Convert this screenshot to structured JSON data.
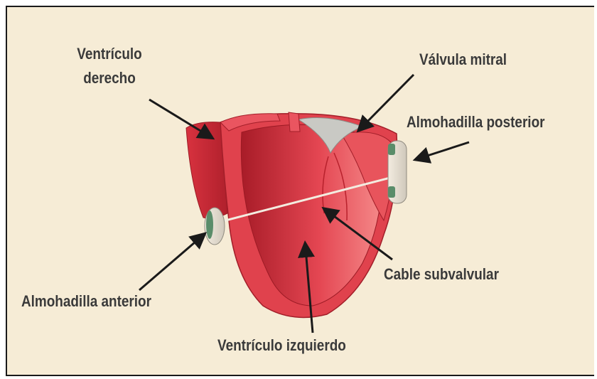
{
  "labels": {
    "ventriculo_derecho_line1": "Ventrículo",
    "ventriculo_derecho_line2": "derecho",
    "valvula_mitral": "Válvula mitral",
    "almohadilla_posterior": "Almohadilla posterior",
    "cable_subvalvular": "Cable subvalvular",
    "almohadilla_anterior": "Almohadilla anterior",
    "ventriculo_izquierdo": "Ventrículo izquierdo"
  },
  "colors": {
    "background": "#f6ecd6",
    "heart": "#e0424d",
    "heart_light": "#f27a7c",
    "heart_dark": "#b8212c",
    "valve": "#c9c9c4",
    "pad_green": "#5a8d6a",
    "arrow": "#1a1a1a"
  }
}
